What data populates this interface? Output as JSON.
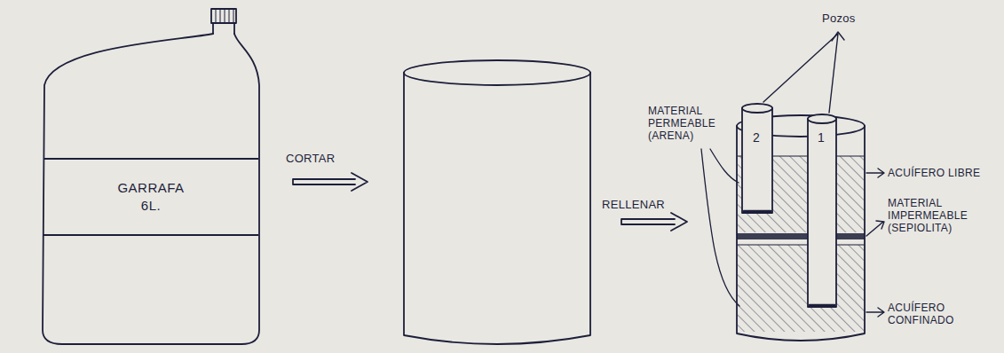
{
  "diagram": {
    "nodes": [
      {
        "text": [
          "GARRAFA 6L."
        ]
      }
    ],
    "labels": [
      "CORTAR",
      "RELLENAR",
      "Pozos",
      "2",
      "1",
      "MATERIAL PERMEABLE (ARENA)",
      "ACUÍFERO LIBRE",
      "MATERIAL IMPERMEABLE (SEPIOLITA)",
      "ACUÍFERO CONFINADO"
    ]
  }
}
